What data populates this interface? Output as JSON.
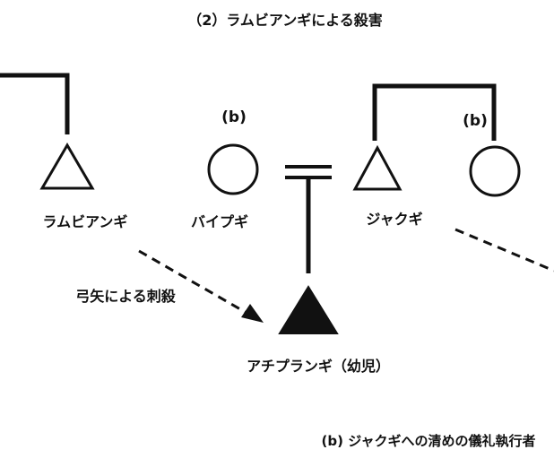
{
  "title": "（2）ラムビアンギによる殺害",
  "individuals": {
    "rambiangi": {
      "sex": "male",
      "label": "ラムビアンギ"
    },
    "baipugi": {
      "sex": "female",
      "label": "バイプギ",
      "mark": "(b)"
    },
    "jakugi": {
      "sex": "male",
      "label": "ジャクギ"
    },
    "jakugi_sister": {
      "sex": "female",
      "mark": "(b)"
    },
    "achipurangi": {
      "sex": "male",
      "deceased_filled": true,
      "label": "アチプランギ（幼児）"
    }
  },
  "annotations": {
    "killing": "弓矢による刺殺"
  },
  "caption": "(b)  ジャクギへの清めの儀礼執行者",
  "colors": {
    "line": "#111111",
    "fill": "#111111",
    "background": "#ffffff"
  }
}
